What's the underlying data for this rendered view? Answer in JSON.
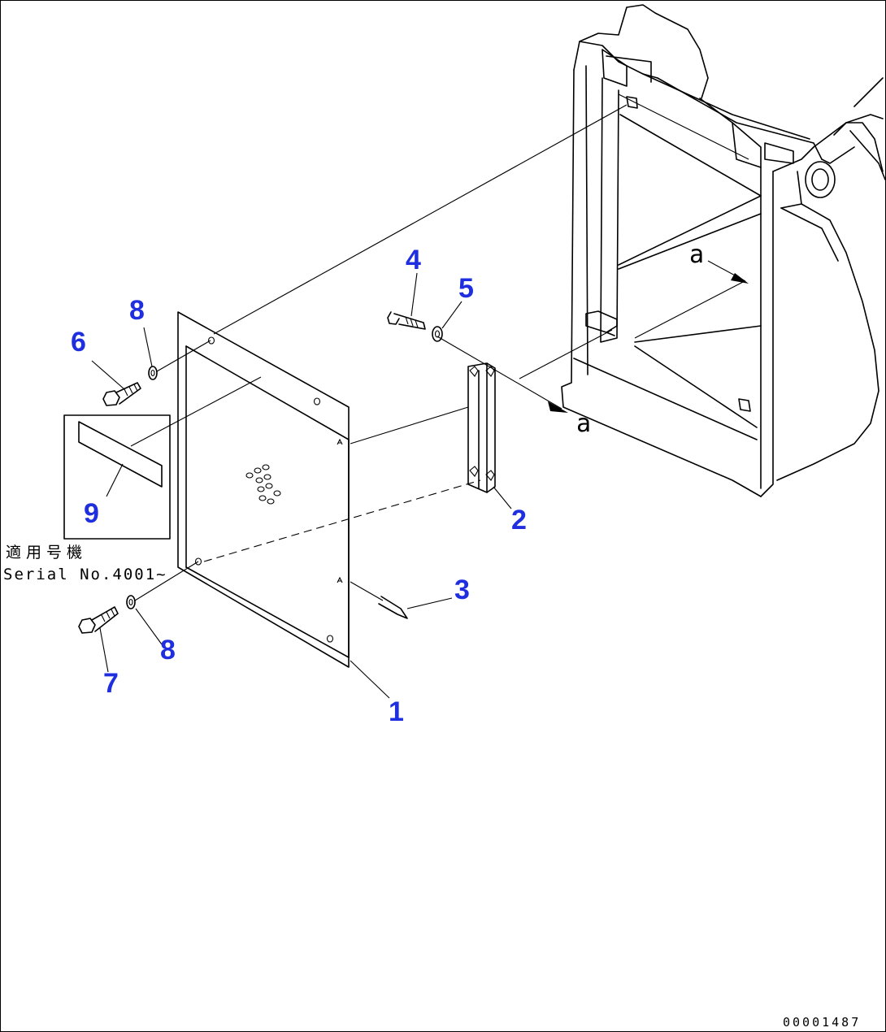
{
  "callouts": {
    "c1": "1",
    "c2": "2",
    "c3": "3",
    "c4": "4",
    "c5": "5",
    "c6": "6",
    "c7": "7",
    "c8a": "8",
    "c8b": "8",
    "c9": "9"
  },
  "annotation": {
    "applicable_label": "適用号機",
    "serial": "Serial No.4001~"
  },
  "reference": {
    "a_upper": "a",
    "a_lower": "a"
  },
  "drawing_number": "00001487",
  "colors": {
    "callout": "#1f2fe0",
    "line": "#000000"
  }
}
